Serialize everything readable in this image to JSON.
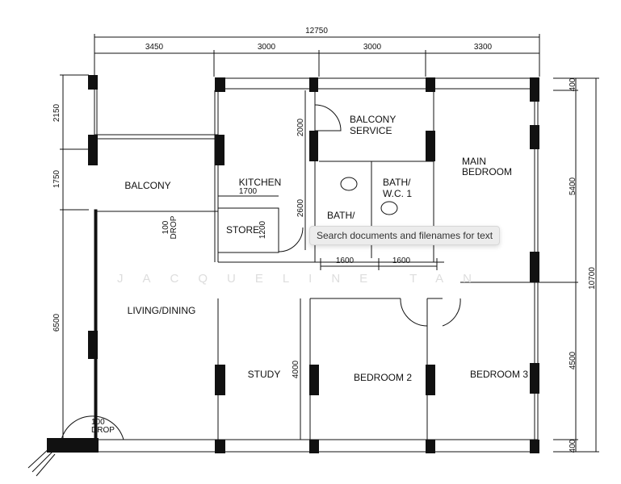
{
  "dimensions": {
    "total_width": "12750",
    "top": [
      "3450",
      "3000",
      "3000",
      "3300"
    ],
    "left": [
      "2150",
      "1750",
      "6500"
    ],
    "right": [
      "400",
      "5400",
      "4500",
      "400"
    ],
    "right_total": "10700",
    "kitchen_width": "1700",
    "service_height": "2000",
    "kitchen_height": "2600",
    "store_height": "1200",
    "baths": [
      "1600",
      "1600"
    ],
    "study_height": "4000"
  },
  "rooms": {
    "balcony": "BALCONY",
    "balcony_service": [
      "BALCONY",
      "SERVICE"
    ],
    "kitchen": "KITCHEN",
    "store": "STORE",
    "bath1": [
      "BATH/",
      "W.C.  1"
    ],
    "bath2": "BATH/",
    "main_bedroom": [
      "MAIN",
      "BEDROOM"
    ],
    "living_dining": "LIVING/DINING",
    "study": "STUDY",
    "bedroom2": "BEDROOM  2",
    "bedroom3": "BEDROOM  3"
  },
  "notes": {
    "drop_value": "100",
    "drop_label": "DROP"
  },
  "watermark": "JACQUELINE TAN",
  "tooltip": "Search documents and filenames for text"
}
